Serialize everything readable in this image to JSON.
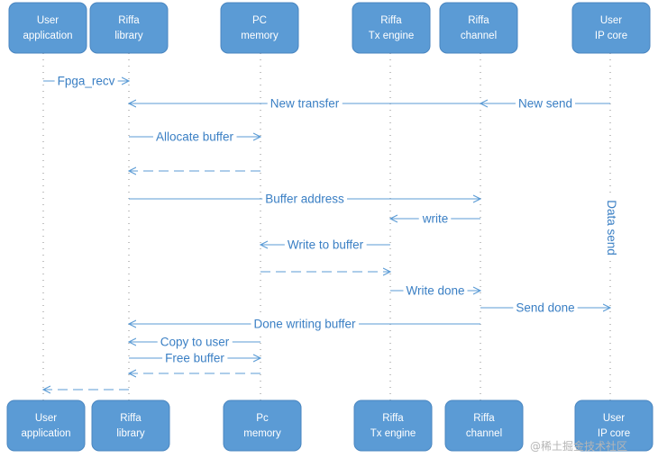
{
  "colors": {
    "box_fill": "#5b9bd5",
    "box_stroke": "#4a86c0",
    "line": "#5b9bd5",
    "text": "#3a7fc4",
    "lifeline": "#8a8a8a"
  },
  "actors": [
    {
      "id": "user_app",
      "line1": "User",
      "line2": "application"
    },
    {
      "id": "riffa_lib",
      "line1": "Riffa",
      "line2": "library"
    },
    {
      "id": "pc_mem",
      "line1": "PC",
      "line2": "memory"
    },
    {
      "id": "tx_engine",
      "line1": "Riffa",
      "line2": "Tx engine"
    },
    {
      "id": "riffa_chan",
      "line1": "Riffa",
      "line2": "channel"
    },
    {
      "id": "ip_core",
      "line1": "User",
      "line2": "IP core"
    }
  ],
  "actors_bottom": [
    {
      "id": "user_app",
      "line1": "User",
      "line2": "application"
    },
    {
      "id": "riffa_lib",
      "line1": "Riffa",
      "line2": "library"
    },
    {
      "id": "pc_mem",
      "line1": "Pc",
      "line2": "memory"
    },
    {
      "id": "tx_engine",
      "line1": "Riffa",
      "line2": "Tx engine"
    },
    {
      "id": "riffa_chan",
      "line1": "Riffa",
      "line2": "channel"
    },
    {
      "id": "ip_core",
      "line1": "User",
      "line2": "IP core"
    }
  ],
  "messages": [
    {
      "from": "user_app",
      "to": "riffa_lib",
      "label": "Fpga_recv",
      "style": "solid"
    },
    {
      "from": "ip_core",
      "to": "riffa_chan",
      "label": "New send",
      "style": "solid"
    },
    {
      "from": "riffa_chan",
      "to": "riffa_lib",
      "label": "New transfer",
      "style": "solid"
    },
    {
      "from": "riffa_lib",
      "to": "pc_mem",
      "label": "Allocate buffer",
      "style": "solid"
    },
    {
      "from": "pc_mem",
      "to": "riffa_lib",
      "label": "",
      "style": "dashed"
    },
    {
      "from": "riffa_lib",
      "to": "riffa_chan",
      "label": "Buffer address",
      "style": "solid"
    },
    {
      "from": "riffa_chan",
      "to": "tx_engine",
      "label": "write",
      "style": "solid"
    },
    {
      "from": "tx_engine",
      "to": "pc_mem",
      "label": "Write to buffer",
      "style": "solid"
    },
    {
      "from": "pc_mem",
      "to": "tx_engine",
      "label": "",
      "style": "dashed"
    },
    {
      "from": "tx_engine",
      "to": "riffa_chan",
      "label": "Write done",
      "style": "solid"
    },
    {
      "from": "riffa_chan",
      "to": "ip_core",
      "label": "Send done",
      "style": "solid"
    },
    {
      "from": "riffa_chan",
      "to": "riffa_lib",
      "label": "Done writing buffer",
      "style": "solid"
    },
    {
      "from": "pc_mem",
      "to": "riffa_lib",
      "label": "Copy to user",
      "style": "solid"
    },
    {
      "from": "riffa_lib",
      "to": "pc_mem",
      "label": "Free buffer",
      "style": "solid"
    },
    {
      "from": "pc_mem",
      "to": "riffa_lib",
      "label": "",
      "style": "dashed"
    },
    {
      "from": "riffa_lib",
      "to": "user_app",
      "label": "",
      "style": "dashed"
    }
  ],
  "vertical_note": {
    "text": "Data send",
    "lifeline": "ip_core"
  },
  "watermark": "@稀土掘金技术社区"
}
